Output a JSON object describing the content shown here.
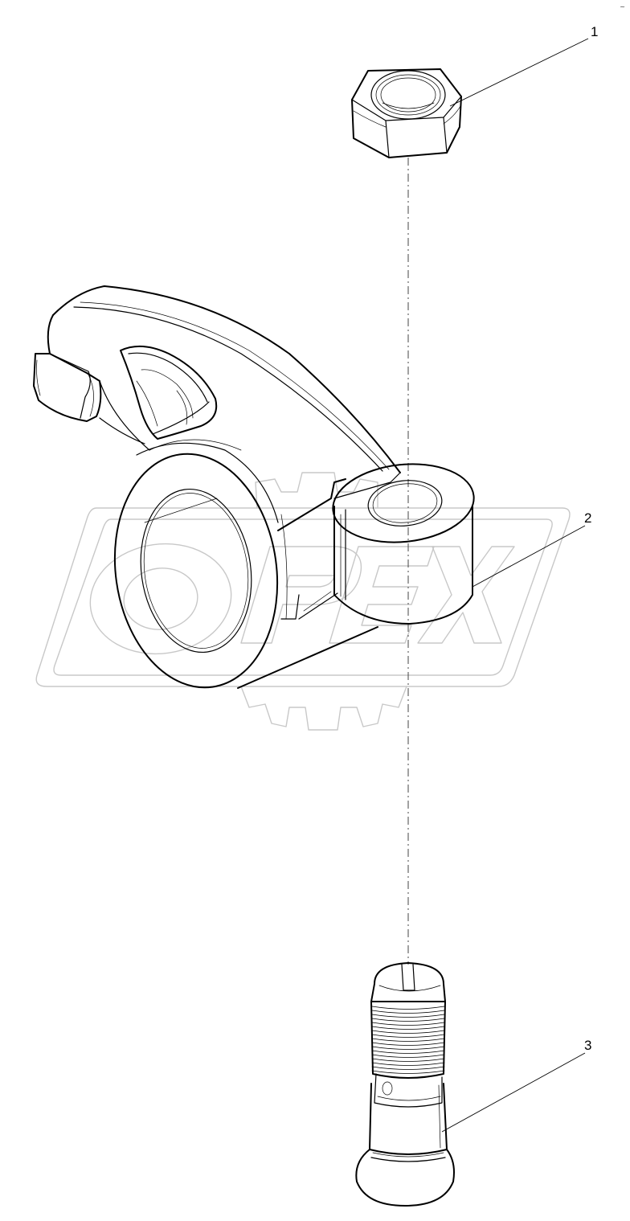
{
  "drawing": {
    "type": "exploded parts diagram",
    "corner_mark": "~"
  },
  "watermark": {
    "logo_text": "OPEX",
    "color": "#c8c8c8"
  },
  "parts": [
    {
      "number": "1",
      "name": "hex-nut"
    },
    {
      "number": "2",
      "name": "rocker-arm"
    },
    {
      "number": "3",
      "name": "adjusting-screw"
    }
  ]
}
